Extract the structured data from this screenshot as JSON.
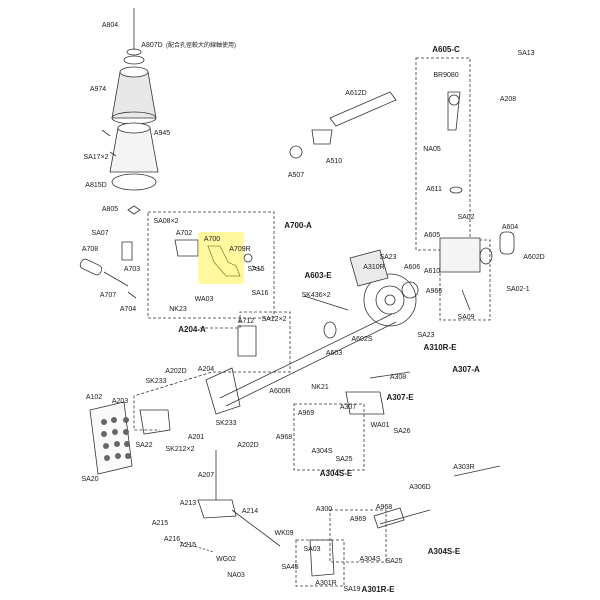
{
  "diagram": {
    "highlight_color": "#fff028",
    "highlighted_part": "A700",
    "note_chinese": "(配合孔徑較大的線軸使用)",
    "labels": [
      {
        "id": "A804",
        "text": "A804"
      },
      {
        "id": "A807D",
        "text": "A807D"
      },
      {
        "id": "A974",
        "text": "A974"
      },
      {
        "id": "A945",
        "text": "A945"
      },
      {
        "id": "SA17x2",
        "text": "SA17×2"
      },
      {
        "id": "A815D",
        "text": "A815D"
      },
      {
        "id": "A805",
        "text": "A805"
      },
      {
        "id": "A700-A",
        "text": "A700-A"
      },
      {
        "id": "SA08x2",
        "text": "SA08×2"
      },
      {
        "id": "A702",
        "text": "A702"
      },
      {
        "id": "A700",
        "text": "A700"
      },
      {
        "id": "A709R",
        "text": "A709R"
      },
      {
        "id": "SA15",
        "text": "SA15"
      },
      {
        "id": "SA16",
        "text": "SA16"
      },
      {
        "id": "WA03",
        "text": "WA03"
      },
      {
        "id": "NK23",
        "text": "NK23"
      },
      {
        "id": "SA07",
        "text": "SA07"
      },
      {
        "id": "A708",
        "text": "A708"
      },
      {
        "id": "A703",
        "text": "A703"
      },
      {
        "id": "A707",
        "text": "A707"
      },
      {
        "id": "A704",
        "text": "A704"
      },
      {
        "id": "A605-C",
        "text": "A605-C"
      },
      {
        "id": "SA13",
        "text": "SA13"
      },
      {
        "id": "BR9080",
        "text": "BR9080"
      },
      {
        "id": "A208",
        "text": "A208"
      },
      {
        "id": "A612D",
        "text": "A612D"
      },
      {
        "id": "A510",
        "text": "A510"
      },
      {
        "id": "A507",
        "text": "A507"
      },
      {
        "id": "NA05",
        "text": "NA05"
      },
      {
        "id": "A611",
        "text": "A611"
      },
      {
        "id": "SA02",
        "text": "SA02"
      },
      {
        "id": "A605",
        "text": "A605"
      },
      {
        "id": "A604",
        "text": "A604"
      },
      {
        "id": "A602D",
        "text": "A602D"
      },
      {
        "id": "SA23",
        "text": "SA23"
      },
      {
        "id": "A310R",
        "text": "A310R"
      },
      {
        "id": "A606",
        "text": "A606"
      },
      {
        "id": "A610",
        "text": "A610"
      },
      {
        "id": "A966",
        "text": "A966"
      },
      {
        "id": "SA02-1",
        "text": "SA02-1"
      },
      {
        "id": "SA09",
        "text": "SA09"
      },
      {
        "id": "A603-E",
        "text": "A603-E"
      },
      {
        "id": "SK436x2",
        "text": "SK436×2"
      },
      {
        "id": "A603",
        "text": "A603"
      },
      {
        "id": "A602S",
        "text": "A602S"
      },
      {
        "id": "SA23b",
        "text": "SA23"
      },
      {
        "id": "A310R-E",
        "text": "A310R-E"
      },
      {
        "id": "A204-A",
        "text": "A204-A"
      },
      {
        "id": "A712",
        "text": "A712"
      },
      {
        "id": "SA12x2",
        "text": "SA12×2"
      },
      {
        "id": "A202D",
        "text": "A202D"
      },
      {
        "id": "A204",
        "text": "A204"
      },
      {
        "id": "SK233",
        "text": "SK233"
      },
      {
        "id": "A600R",
        "text": "A600R"
      },
      {
        "id": "A308",
        "text": "A308"
      },
      {
        "id": "A307-A",
        "text": "A307-A"
      },
      {
        "id": "NK21",
        "text": "NK21"
      },
      {
        "id": "A307",
        "text": "A307"
      },
      {
        "id": "A307-E",
        "text": "A307-E"
      },
      {
        "id": "WA01",
        "text": "WA01"
      },
      {
        "id": "SA26",
        "text": "SA26"
      },
      {
        "id": "A102",
        "text": "A102"
      },
      {
        "id": "A203",
        "text": "A203"
      },
      {
        "id": "SA22",
        "text": "SA22"
      },
      {
        "id": "A201",
        "text": "A201"
      },
      {
        "id": "SK212x2",
        "text": "SK212×2"
      },
      {
        "id": "SK233b",
        "text": "SK233"
      },
      {
        "id": "A202D2",
        "text": "A202D"
      },
      {
        "id": "A969",
        "text": "A969"
      },
      {
        "id": "A968",
        "text": "A968"
      },
      {
        "id": "A304S",
        "text": "A304S"
      },
      {
        "id": "SA25",
        "text": "SA25"
      },
      {
        "id": "A304S-E",
        "text": "A304S-E"
      },
      {
        "id": "SA20",
        "text": "SA20"
      },
      {
        "id": "A207",
        "text": "A207"
      },
      {
        "id": "A303R",
        "text": "A303R"
      },
      {
        "id": "A306D",
        "text": "A306D"
      },
      {
        "id": "A213",
        "text": "A213"
      },
      {
        "id": "A214",
        "text": "A214"
      },
      {
        "id": "A300",
        "text": "A300"
      },
      {
        "id": "A969b",
        "text": "A969"
      },
      {
        "id": "A968b",
        "text": "A968"
      },
      {
        "id": "A215",
        "text": "A215"
      },
      {
        "id": "A216",
        "text": "A216"
      },
      {
        "id": "A215b",
        "text": "A215"
      },
      {
        "id": "WK09",
        "text": "WK09"
      },
      {
        "id": "SA03",
        "text": "SA03"
      },
      {
        "id": "A304Sb",
        "text": "A304S"
      },
      {
        "id": "SA25b",
        "text": "SA25"
      },
      {
        "id": "A304S-E2",
        "text": "A304S-E"
      },
      {
        "id": "SA45",
        "text": "SA45"
      },
      {
        "id": "WG02",
        "text": "WG02"
      },
      {
        "id": "NA03",
        "text": "NA03"
      },
      {
        "id": "A301R",
        "text": "A301R"
      },
      {
        "id": "SA19",
        "text": "SA19"
      },
      {
        "id": "A301R-E",
        "text": "A301R-E"
      }
    ]
  }
}
